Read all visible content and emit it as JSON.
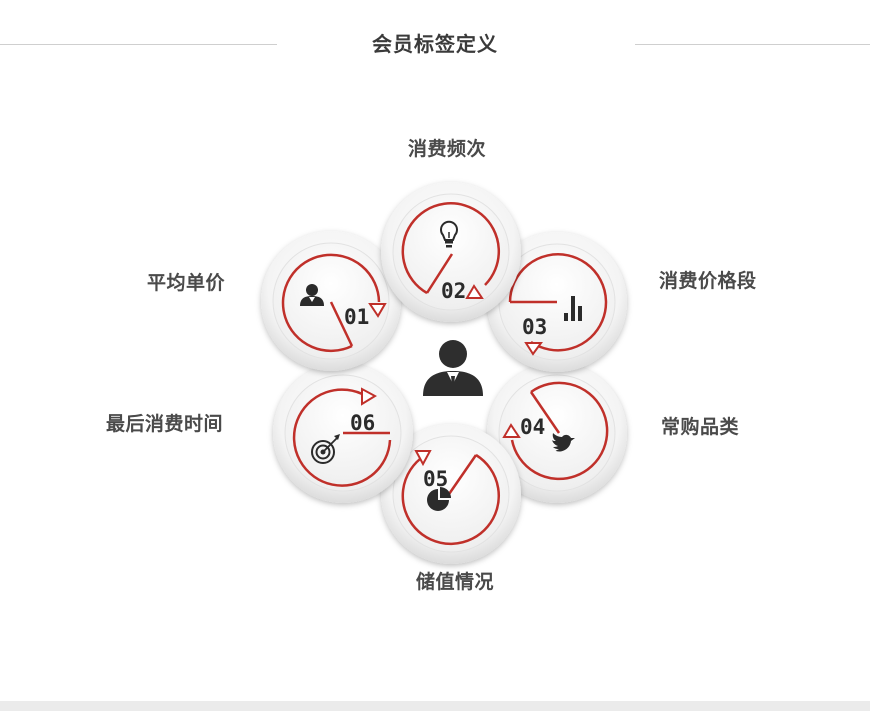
{
  "title": "会员标签定义",
  "accent_color": "#c0302a",
  "nodes": [
    {
      "num": "01",
      "label": "平均单价",
      "icon": "user-icon"
    },
    {
      "num": "02",
      "label": "消费频次",
      "icon": "lightbulb-icon"
    },
    {
      "num": "03",
      "label": "消费价格段",
      "icon": "bar-chart-icon"
    },
    {
      "num": "04",
      "label": "常购品类",
      "icon": "bird-icon"
    },
    {
      "num": "05",
      "label": "储值情况",
      "icon": "pie-chart-icon"
    },
    {
      "num": "06",
      "label": "最后消费时间",
      "icon": "target-icon"
    }
  ],
  "center_icon": "person-icon"
}
